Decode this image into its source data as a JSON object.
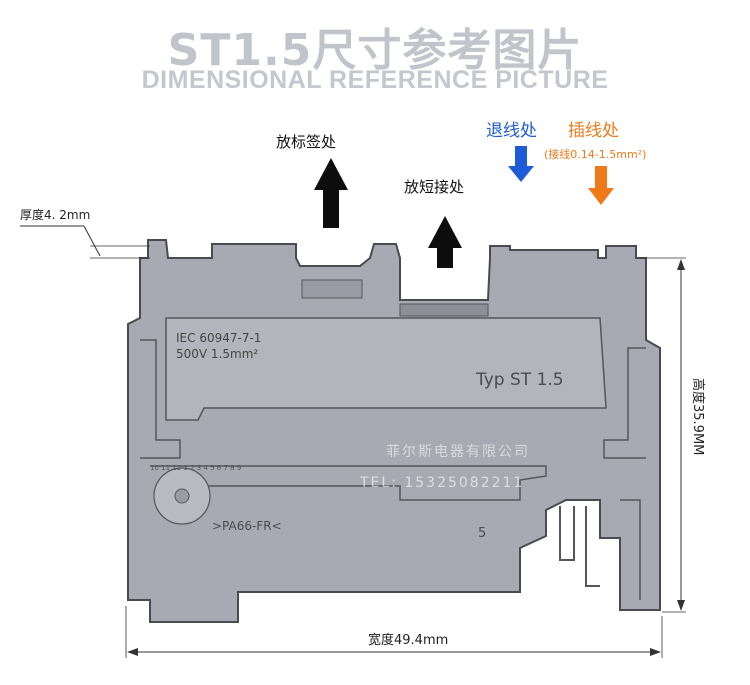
{
  "header": {
    "title_cn": "ST1.5尺寸参考图片",
    "title_en": "DIMENSIONAL REFERENCE PICTURE"
  },
  "callouts": {
    "label_marker": "放标签处",
    "short_connector": "放短接处",
    "release": "退线处",
    "insert": "插线处",
    "insert_spec": "(接线0.14-1.5mm²)"
  },
  "dimensions": {
    "thickness": "厚度4. 2mm",
    "height": "高度35.9MM",
    "width": "宽度49.4mm"
  },
  "part_markings": {
    "standard": "IEC 60947-7-1",
    "rating": "500V 1.5mm²",
    "type": "Typ ST 1.5",
    "material": ">PA66-FR<",
    "number": "5",
    "dial_digits": "10 11 12 1 2 3 4 5 6 7 8 9"
  },
  "watermark": {
    "line1": "菲尔斯电器有限公司",
    "line2": "TEL: 15325082211"
  },
  "colors": {
    "title": "#c2c4cc",
    "release_blue": "#1e5bd6",
    "insert_orange": "#f07a1a",
    "arrow_dark": "#0d0d0d",
    "part_fill": "#a9a9b3",
    "part_outline": "#4a4a52"
  }
}
